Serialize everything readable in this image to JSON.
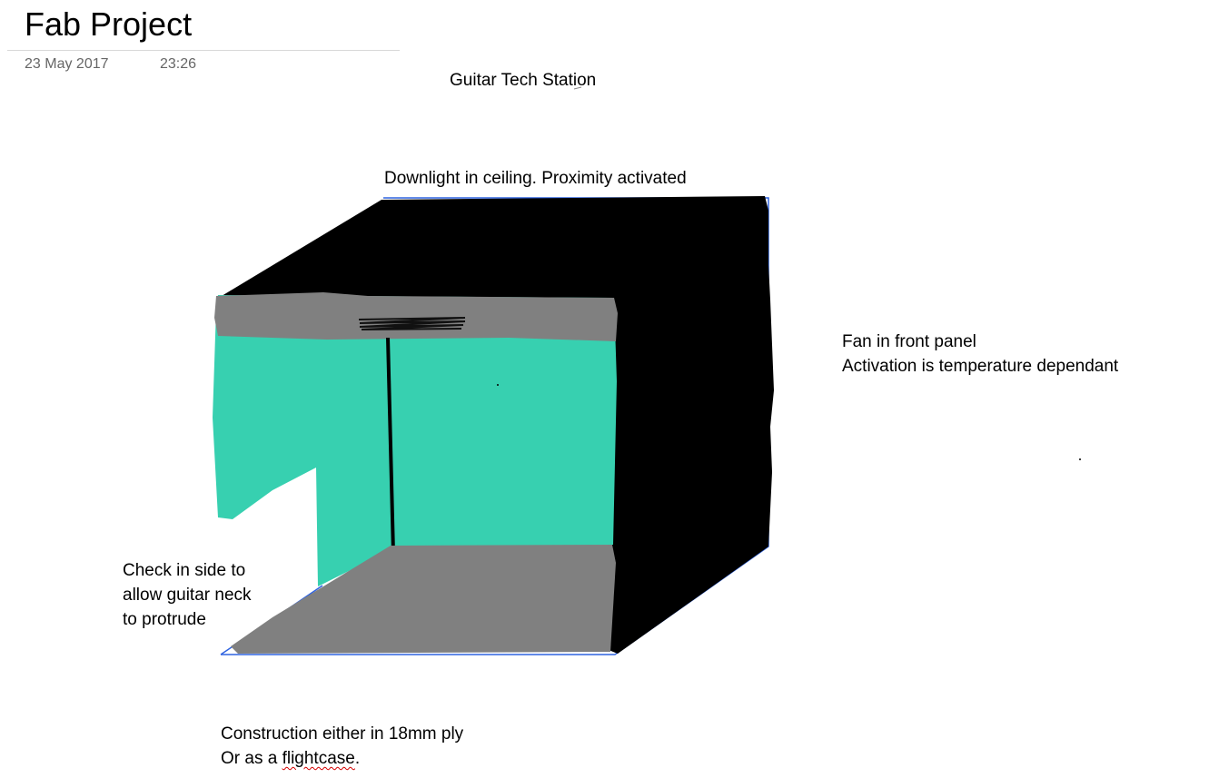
{
  "page": {
    "title": "Fab Project",
    "date": "23 May 2017",
    "time": "23:26"
  },
  "notes": {
    "heading": "Guitar Tech Station",
    "downlight": "Downlight in ceiling. Proximity activated",
    "fan": [
      "Fan in front panel",
      "Activation is temperature dependant"
    ],
    "side": [
      "Check in side to",
      "allow guitar neck",
      "to protrude"
    ],
    "construction": {
      "line1": "Construction either in 18mm ply",
      "line2_prefix": "Or as a ",
      "line2_flagged": "flightcase",
      "line2_suffix": "."
    }
  },
  "colors": {
    "inner_wall": "#37d0b0",
    "shelf_floor": "#808080",
    "outer_shell": "#000000",
    "outline_ink": "#2f63e0",
    "spellcheck": "#d40000"
  }
}
